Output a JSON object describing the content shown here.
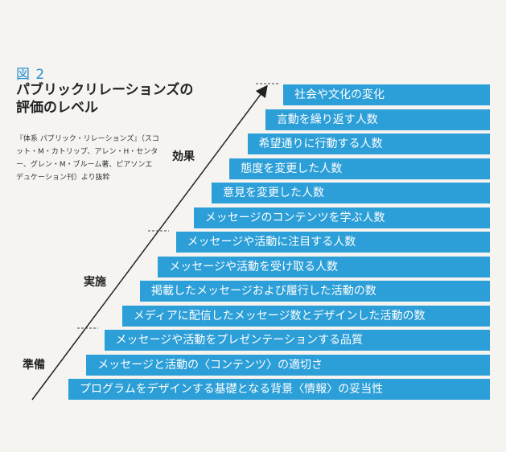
{
  "figure": {
    "label": "図 2",
    "title": "パブリックリレーションズの評価のレベル",
    "source": "『体系 パブリック・リレーションズ』（スコット・M・カトリップ、アレン・H・センター、グレン・M・ブルーム著、ピアソンエデュケーション刊）より抜粋"
  },
  "phases": {
    "effect": "効果",
    "execution": "実施",
    "preparation": "準備"
  },
  "steps": [
    "社会や文化の変化",
    "言動を繰り返す人数",
    "希望通りに行動する人数",
    "態度を変更した人数",
    "意見を変更した人数",
    "メッセージのコンテンツを学ぶ人数",
    "メッセージや活動に注目する人数",
    "メッセージや活動を受け取る人数",
    "掲載したメッセージおよび履行した活動の数",
    "メディアに配信したメッセージ数とデザインした活動の数",
    "メッセージや活動をプレゼンテーションする品質",
    "メッセージと活動の〈コンテンツ〉の適切さ",
    "プログラムをデザインする基礎となる背景〈情報〉の妥当性"
  ],
  "colors": {
    "step_fill": "#2c9fd8",
    "label_accent": "#2a8fd0",
    "background": "#f5f4f1"
  }
}
